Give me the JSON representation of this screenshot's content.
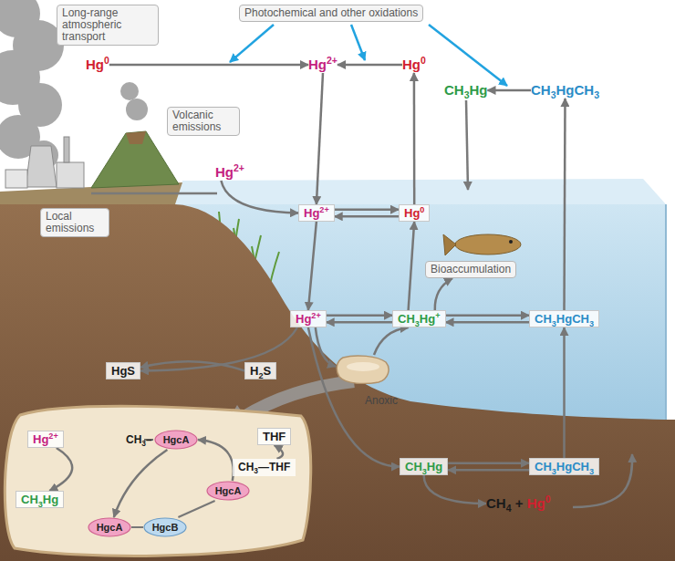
{
  "diagram": {
    "nodes": [
      {
        "text": [
          "Long-range atmospheric transport"
        ]
      },
      {
        "text": [
          "Photochemical and other oxidations"
        ]
      },
      {
        "text": [
          "Volcanic emissions"
        ]
      },
      {
        "text": [
          "Local emissions"
        ]
      },
      {
        "text": [
          "Hg0"
        ]
      },
      {
        "text": [
          "Hg2+"
        ]
      },
      {
        "text": [
          "Hg0"
        ]
      },
      {
        "text": [
          "CH3Hg"
        ]
      },
      {
        "text": [
          "CH3HgCH3"
        ]
      },
      {
        "text": [
          "Hg2+"
        ]
      },
      {
        "text": [
          "Hg2+"
        ]
      },
      {
        "text": [
          "Hg0"
        ]
      },
      {
        "text": [
          "Bioaccumulation"
        ]
      },
      {
        "text": [
          "Hg2+"
        ]
      },
      {
        "text": [
          "CH3Hg+"
        ]
      },
      {
        "text": [
          "CH3HgCH3"
        ]
      },
      {
        "text": [
          "H2S"
        ]
      },
      {
        "text": [
          "HgS"
        ]
      },
      {
        "text": [
          "Anoxic"
        ]
      },
      {
        "text": [
          "CH3Hg"
        ]
      },
      {
        "text": [
          "CH3HgCH3"
        ]
      },
      {
        "text": [
          "CH4 + Hg0"
        ]
      },
      {
        "text": [
          "Hg2+"
        ]
      },
      {
        "text": [
          "THF"
        ]
      },
      {
        "text": [
          "HgcA"
        ]
      },
      {
        "text": [
          "CH3Hg"
        ]
      },
      {
        "text": [
          "CH3—THF"
        ]
      },
      {
        "text": [
          "HgcA"
        ]
      },
      {
        "text": [
          "HgcA"
        ]
      },
      {
        "text": [
          "HgcB"
        ]
      }
    ],
    "edges": [
      {
        "from": 4,
        "to": 5,
        "arrow": "to"
      },
      {
        "from": 6,
        "to": 5,
        "arrow": "to"
      },
      {
        "from": 8,
        "to": 7,
        "arrow": "to"
      },
      {
        "from": 9,
        "to": 10,
        "arrow": "to"
      },
      {
        "from": 5,
        "to": 10,
        "arrow": "to"
      },
      {
        "from": 10,
        "to": 11,
        "arrow": "to"
      },
      {
        "from": 11,
        "to": 10,
        "arrow": "to"
      },
      {
        "from": 11,
        "to": 6,
        "arrow": "to"
      },
      {
        "from": 10,
        "to": 13,
        "arrow": "to"
      },
      {
        "from": 13,
        "to": 14,
        "arrow": "to"
      },
      {
        "from": 14,
        "to": 13,
        "arrow": "to"
      },
      {
        "from": 14,
        "to": 15,
        "arrow": "to"
      },
      {
        "from": 15,
        "to": 14,
        "arrow": "to"
      },
      {
        "from": 15,
        "to": 8,
        "arrow": "to"
      },
      {
        "from": 14,
        "to": 11,
        "arrow": "to"
      },
      {
        "from": 14,
        "to": 12,
        "arrow": "to"
      },
      {
        "from": 13,
        "to": 17,
        "arrow": "to"
      },
      {
        "from": 16,
        "to": 17,
        "arrow": "to"
      },
      {
        "from": 13,
        "to": 18,
        "arrow": "to"
      },
      {
        "from": 18,
        "to": 14,
        "arrow": "to"
      },
      {
        "from": 13,
        "to": 19,
        "arrow": "to"
      },
      {
        "from": 19,
        "to": 20,
        "arrow": "to"
      },
      {
        "from": 20,
        "to": 19,
        "arrow": "to"
      },
      {
        "from": 20,
        "to": 15,
        "arrow": "to"
      },
      {
        "from": 19,
        "to": 21,
        "arrow": "to"
      },
      {
        "from": 22,
        "to": 25,
        "arrow": "to"
      },
      {
        "from": 24,
        "to": 28,
        "arrow": "to"
      },
      {
        "from": 28,
        "to": 29,
        "arrow": "none"
      },
      {
        "from": 29,
        "to": 27,
        "arrow": "none"
      },
      {
        "from": 27,
        "to": 24,
        "arrow": "to"
      },
      {
        "from": 26,
        "to": 23,
        "arrow": "to"
      }
    ],
    "labels": [
      "CH3–"
    ]
  }
}
